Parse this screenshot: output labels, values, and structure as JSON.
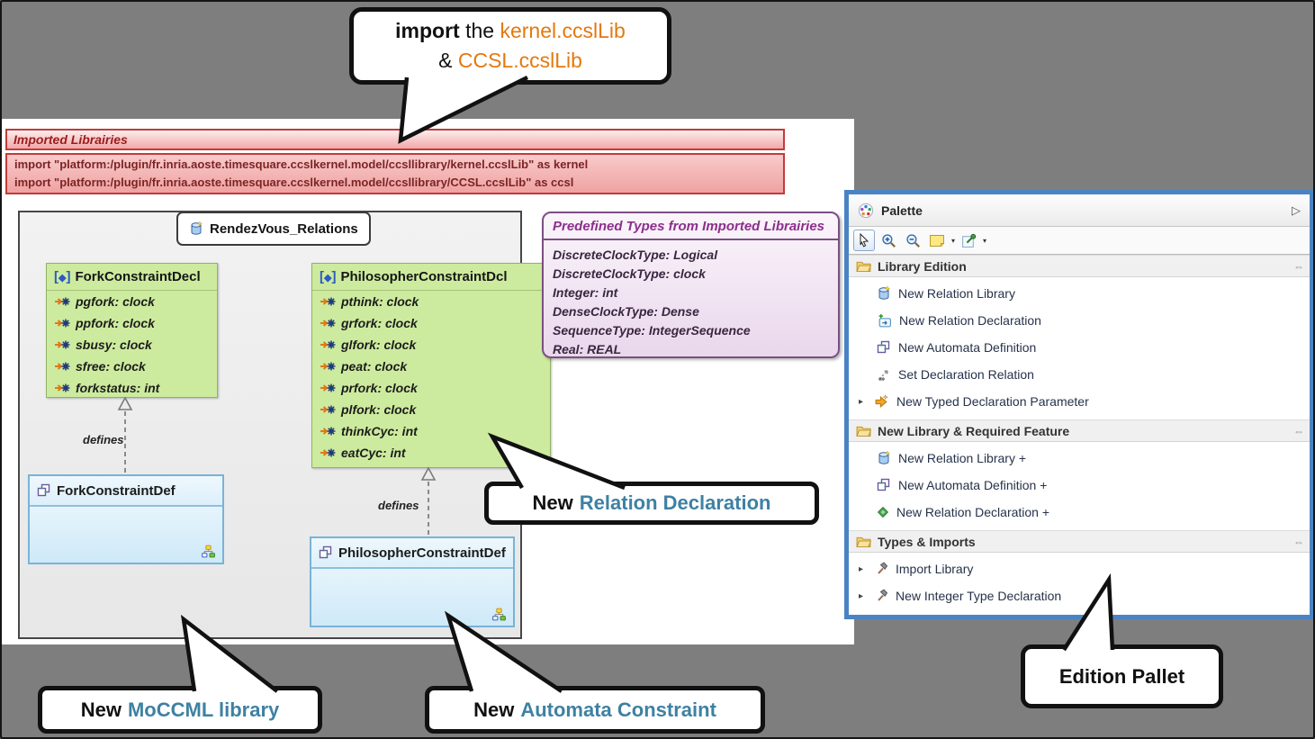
{
  "colors": {
    "background_gray": "#7e7e7e",
    "accent_teal": "#3e81a3",
    "accent_orange": "#e4790f",
    "imported_border_red": "#c23b3b",
    "imported_text_red": "#7c2424",
    "green_box": "#cdeb9e",
    "blue_box_border": "#78b3d8",
    "predefined_purple": "#8b2f8b",
    "palette_border_blue": "#4a83c4"
  },
  "callout_import": {
    "word1": "import",
    "word2": " the ",
    "lib1": "kernel.ccslLib",
    "amp": "& ",
    "lib2": "CCSL.ccslLib"
  },
  "imported": {
    "title": "Imported Librairies",
    "lines": [
      "import \"platform:/plugin/fr.inria.aoste.timesquare.ccslkernel.model/ccsllibrary/kernel.ccslLib\" as kernel",
      "import \"platform:/plugin/fr.inria.aoste.timesquare.ccslkernel.model/ccsllibrary/CCSL.ccslLib\" as ccsl"
    ]
  },
  "diagram": {
    "tab_label": "RendezVous_Relations",
    "defines": "defines",
    "fork_decl": {
      "name": "ForkConstraintDecl",
      "attrs": [
        "pgfork: clock",
        "ppfork: clock",
        "sbusy: clock",
        "sfree: clock",
        "forkstatus: int"
      ]
    },
    "phil_decl": {
      "name": "PhilosopherConstraintDcl",
      "attrs": [
        "pthink: clock",
        "grfork: clock",
        "glfork: clock",
        "peat: clock",
        "prfork: clock",
        "plfork: clock",
        "thinkCyc: int",
        "eatCyc: int"
      ]
    },
    "fork_def": {
      "name": "ForkConstraintDef"
    },
    "phil_def": {
      "name": "PhilosopherConstraintDef"
    }
  },
  "predefined": {
    "title": "Predefined Types from Imported Librairies",
    "items": [
      "DiscreteClockType: Logical",
      "DiscreteClockType: clock",
      "Integer: int",
      "DenseClockType: Dense",
      "SequenceType: IntegerSequence",
      "Real: REAL"
    ]
  },
  "palette": {
    "title": "Palette",
    "sections": [
      {
        "label": "Library Edition",
        "items": [
          {
            "label": "New Relation Library"
          },
          {
            "label": "New Relation Declaration"
          },
          {
            "label": "New Automata Definition"
          },
          {
            "label": "Set Declaration Relation"
          },
          {
            "label": "New Typed Declaration Parameter"
          }
        ]
      },
      {
        "label": "New Library & Required Feature",
        "items": [
          {
            "label": "New Relation Library +"
          },
          {
            "label": "New Automata Definition +"
          },
          {
            "label": "New Relation Declaration +"
          }
        ]
      },
      {
        "label": "Types & Imports",
        "items": [
          {
            "label": "Import Library"
          },
          {
            "label": "New Integer Type Declaration"
          }
        ]
      }
    ]
  },
  "callouts": {
    "relation": {
      "prefix": "New",
      "rest": "Relation Declaration"
    },
    "moccml": {
      "prefix": "New",
      "rest": "MoCCML library"
    },
    "automata": {
      "prefix": "New",
      "rest": "Automata Constraint"
    },
    "edition": {
      "label": "Edition Pallet"
    }
  }
}
